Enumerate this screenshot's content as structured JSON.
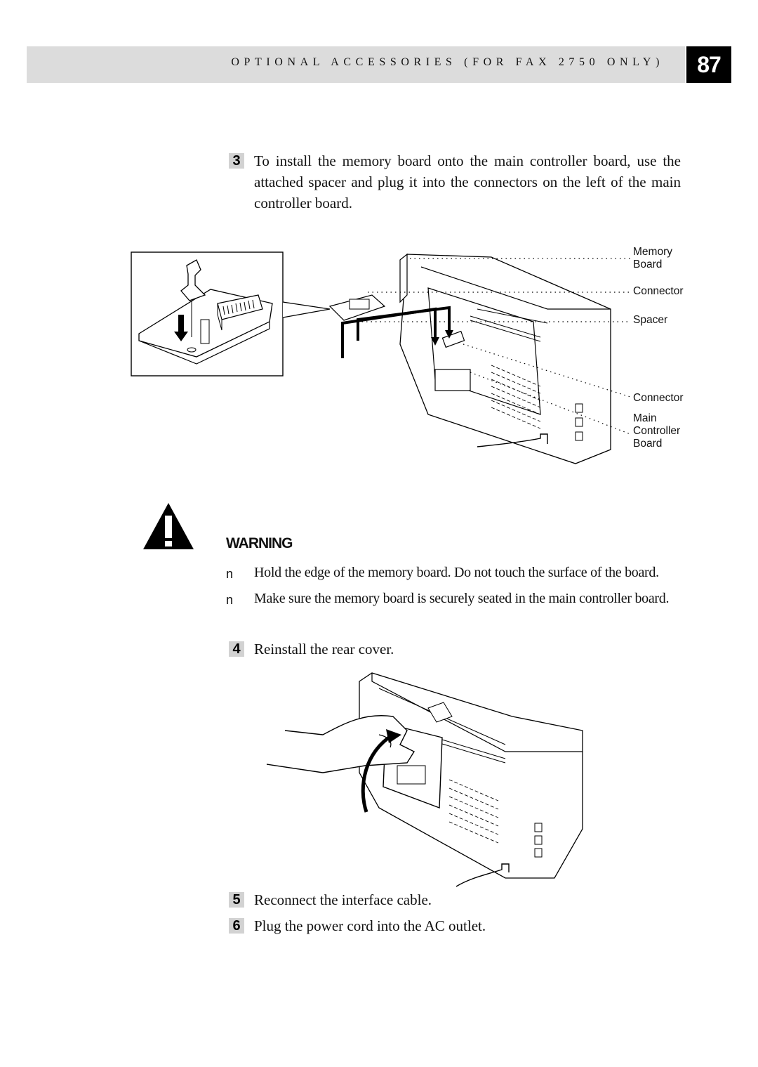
{
  "header": {
    "title": "OPTIONAL ACCESSORIES (FOR FAX 2750 ONLY)",
    "page_number": "87"
  },
  "steps": [
    {
      "number": "3",
      "text": "To install the memory board onto the main controller board, use the attached spacer and plug it into the connectors on the left of the main controller board."
    },
    {
      "number": "4",
      "text": "Reinstall the rear cover."
    },
    {
      "number": "5",
      "text": "Reconnect the interface cable."
    },
    {
      "number": "6",
      "text": "Plug the power cord into the AC outlet."
    }
  ],
  "figure1": {
    "labels": {
      "memory_board": "Memory\nBoard",
      "connector_top": "Connector",
      "spacer": "Spacer",
      "connector_bottom": "Connector",
      "main_controller_board": "Main\nController\nBoard"
    }
  },
  "warning": {
    "title": "WARNING",
    "bullet_glyph": "n",
    "items": [
      "Hold the edge of the memory board. Do not touch the surface of the board.",
      "Make sure the memory board is securely seated in the main controller board."
    ]
  }
}
